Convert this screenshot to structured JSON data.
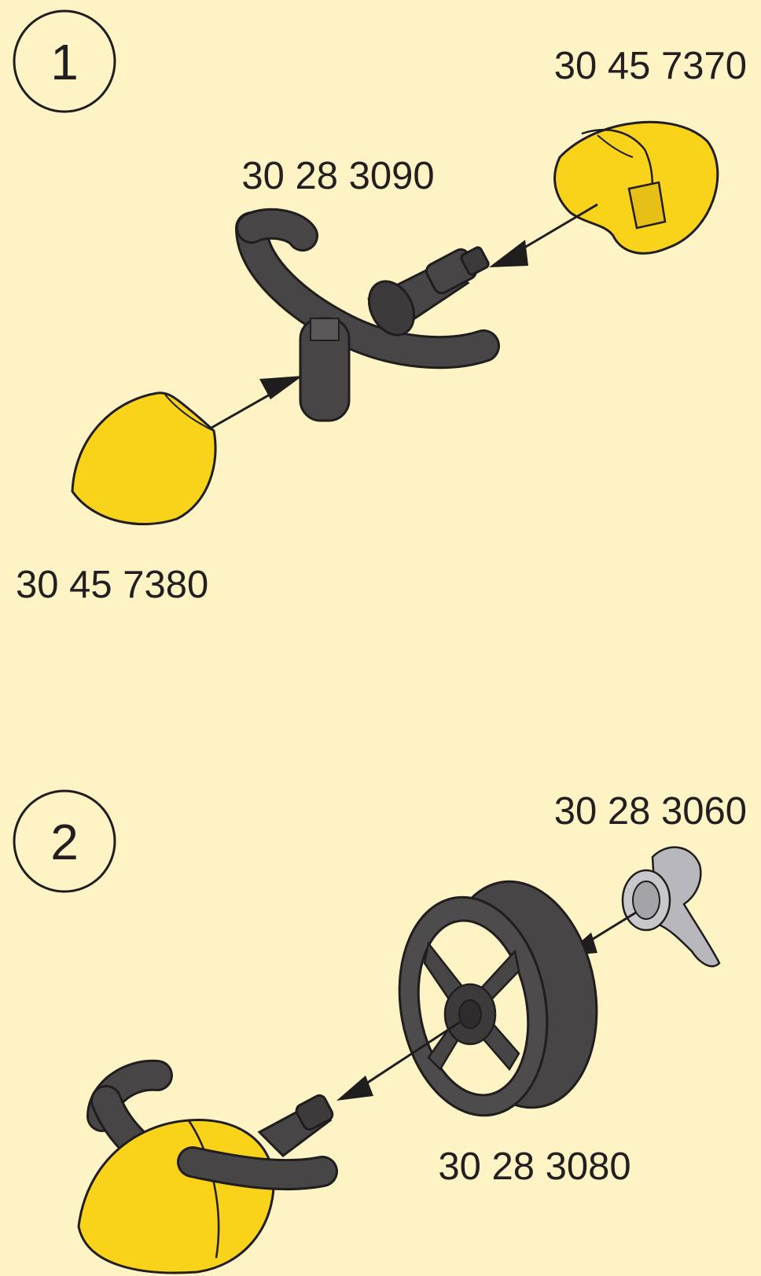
{
  "colors": {
    "background": "#fdf3c4",
    "yellow_part": "#f8d31a",
    "dark_part": "#474546",
    "metal_part": "#b8b8bc",
    "outline": "#1f1d1e"
  },
  "steps": [
    {
      "number": "1",
      "parts": [
        {
          "code": "30 45 7370",
          "shape": "yellow-nozzle-cap"
        },
        {
          "code": "30 28 3090",
          "shape": "dark-curved-body"
        },
        {
          "code": "30 45 7380",
          "shape": "yellow-dome-cap"
        }
      ]
    },
    {
      "number": "2",
      "parts": [
        {
          "code": "30 28 3060",
          "shape": "metal-wing-nut"
        },
        {
          "code": "30 28 3080",
          "shape": "dark-wheel"
        }
      ]
    }
  ]
}
